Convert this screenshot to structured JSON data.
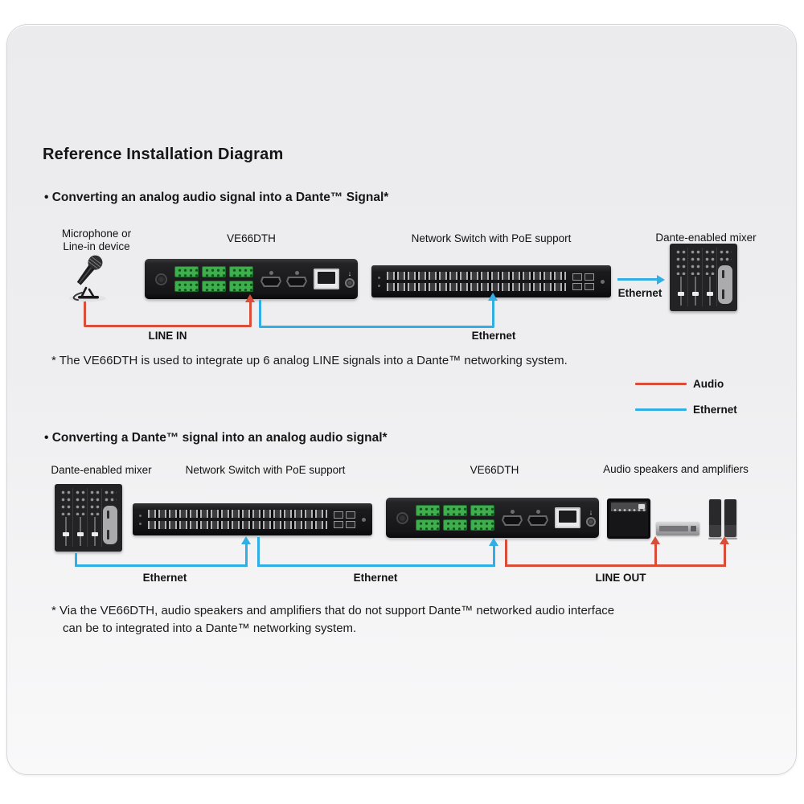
{
  "page": {
    "title": "Reference Installation Diagram"
  },
  "colors": {
    "audio": "#d94e38",
    "ethernet": "#31aee4"
  },
  "legend": {
    "audio_label": "Audio",
    "ethernet_label": "Ethernet"
  },
  "section1": {
    "heading": "• Converting an analog audio signal into a Dante™ Signal*",
    "mic_label_1": "Microphone or",
    "mic_label_2": "Line-in device",
    "ve66dth_label": "VE66DTH",
    "switch_label": "Network Switch with PoE support",
    "mixer_label": "Dante-enabled mixer",
    "conn_line_in": "LINE IN",
    "conn_ethernet_a": "Ethernet",
    "conn_ethernet_b": "Ethernet",
    "footnote": "* The VE66DTH is used to integrate up 6 analog LINE signals into a Dante™ networking system."
  },
  "section2": {
    "heading": "• Converting a Dante™ signal into an analog audio signal*",
    "mixer_label": "Dante-enabled mixer",
    "switch_label": "Network Switch with PoE support",
    "ve66dth_label": "VE66DTH",
    "speakers_label": "Audio speakers and amplifiers",
    "conn_ethernet_a": "Ethernet",
    "conn_ethernet_b": "Ethernet",
    "conn_line_out": "LINE OUT",
    "footnote_line1": "* Via the VE66DTH, audio speakers and amplifiers that do not support Dante™ networked audio interface",
    "footnote_line2": "can be to integrated into a Dante™ networking system."
  }
}
